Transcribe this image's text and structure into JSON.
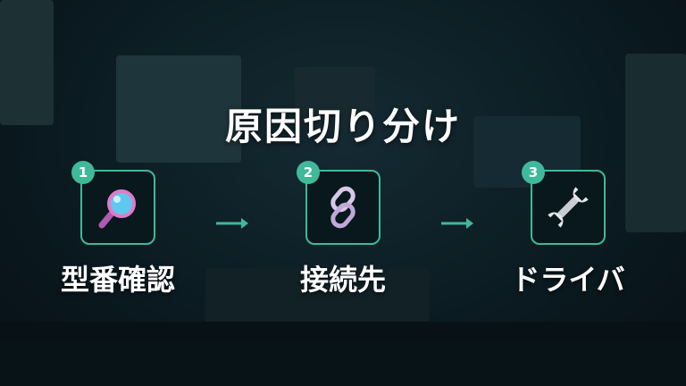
{
  "title": "原因切り分け",
  "steps": [
    {
      "number": "1",
      "label": "型番確認",
      "icon": "magnifier-icon"
    },
    {
      "number": "2",
      "label": "接続先",
      "icon": "chain-link-icon"
    },
    {
      "number": "3",
      "label": "ドライバ",
      "icon": "wrench-icon"
    }
  ],
  "colors": {
    "accent": "#3fb99a",
    "card_bg": "#08181c",
    "text": "#ffffff"
  }
}
